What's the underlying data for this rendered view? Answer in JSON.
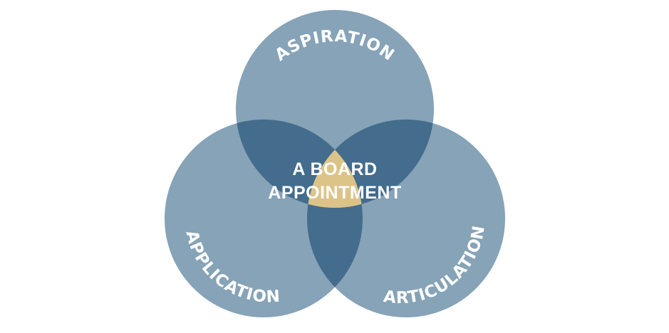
{
  "diagram": {
    "type": "venn",
    "sets": [
      {
        "id": "top",
        "label": "ASPIRATION"
      },
      {
        "id": "left",
        "label": "APPLICATION"
      },
      {
        "id": "right",
        "label": "ARTICULATION"
      }
    ],
    "center": {
      "line1": "A BOARD",
      "line2": "APPOINTMENT"
    },
    "colors": {
      "circle": "#86a3b7",
      "pair_overlap": "#436c8d",
      "center_overlap": "#dcc489",
      "text": "#ffffff"
    }
  }
}
